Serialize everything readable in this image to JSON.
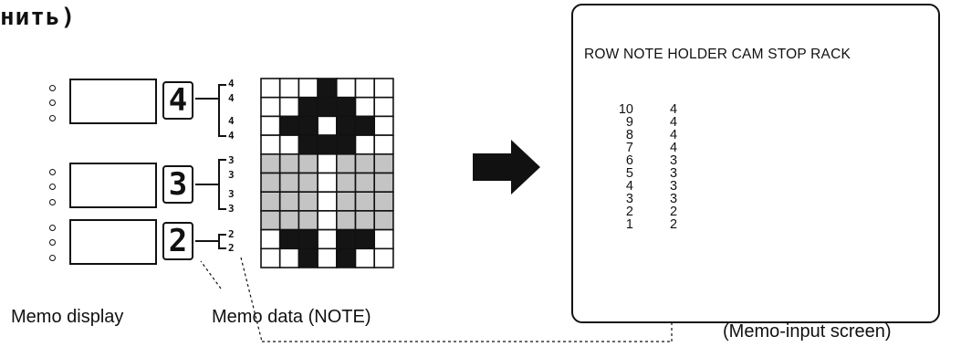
{
  "heading": "нить)",
  "memo_display": {
    "digits": [
      "4",
      "3",
      "2"
    ],
    "notes": [
      [
        "4",
        "4",
        "4",
        "4"
      ],
      [
        "3",
        "3",
        "3",
        "3"
      ],
      [
        "2",
        "2"
      ]
    ]
  },
  "grid_pattern": [
    "0001000",
    "0011100",
    "0110110",
    "0011100",
    "1110111",
    "1110111",
    "1110111",
    "1110111",
    "0110110",
    "0010100"
  ],
  "colors": {
    "dark": "#141414",
    "light": "#c4c4c4",
    "white": "#ffffff",
    "ink": "#111111"
  },
  "captions": {
    "memo_display": "Memo display",
    "memo_data": "Memo data (NOTE)",
    "memo_input_screen": "(Memo-input screen)"
  },
  "screen": {
    "header": "ROW NOTE HOLDER CAM STOP RACK",
    "rows": [
      "10",
      "9",
      "8",
      "7",
      "6",
      "5",
      "4",
      "3",
      "2",
      "1"
    ],
    "notes": [
      "4",
      "4",
      "4",
      "4",
      "3",
      "3",
      "3",
      "3",
      "2",
      "2"
    ]
  }
}
